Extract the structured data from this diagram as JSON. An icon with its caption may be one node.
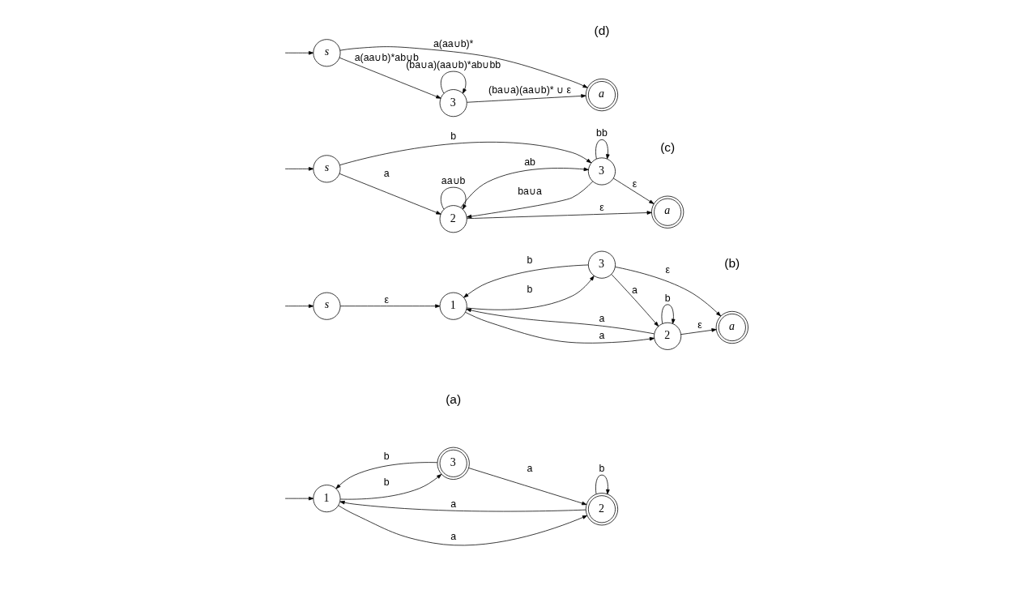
{
  "diagram": {
    "nodes": [
      {
        "text": [
          "1"
        ]
      },
      {
        "text": [
          "2"
        ]
      },
      {
        "text": [
          "3"
        ]
      },
      {
        "text": [
          "s"
        ]
      },
      {
        "text": [
          "1"
        ]
      },
      {
        "text": [
          "2"
        ]
      },
      {
        "text": [
          "3"
        ]
      },
      {
        "text": [
          "a"
        ]
      },
      {
        "text": [
          "s"
        ]
      },
      {
        "text": [
          "2"
        ]
      },
      {
        "text": [
          "3"
        ]
      },
      {
        "text": [
          "a"
        ]
      },
      {
        "text": [
          "s"
        ]
      },
      {
        "text": [
          "3"
        ]
      },
      {
        "text": [
          "a"
        ]
      }
    ],
    "edges": [
      {
        "from": null,
        "to": 0,
        "arrow": "to"
      },
      {
        "from": 0,
        "to": 1,
        "arrow": "to",
        "label": "a"
      },
      {
        "from": 1,
        "to": 0,
        "arrow": "to",
        "label": "a"
      },
      {
        "from": 1,
        "to": 1,
        "arrow": "to",
        "label": "b"
      },
      {
        "from": 0,
        "to": 2,
        "arrow": "to",
        "label": "b"
      },
      {
        "from": 2,
        "to": 0,
        "arrow": "to",
        "label": "b"
      },
      {
        "from": 2,
        "to": 1,
        "arrow": "to",
        "label": "a"
      },
      {
        "from": null,
        "to": 3,
        "arrow": "to"
      },
      {
        "from": 3,
        "to": 4,
        "arrow": "to",
        "label": "ε"
      },
      {
        "from": 4,
        "to": 5,
        "arrow": "to",
        "label": "a"
      },
      {
        "from": 5,
        "to": 4,
        "arrow": "to",
        "label": "a"
      },
      {
        "from": 5,
        "to": 5,
        "arrow": "to",
        "label": "b"
      },
      {
        "from": 4,
        "to": 6,
        "arrow": "to",
        "label": "b"
      },
      {
        "from": 6,
        "to": 4,
        "arrow": "to",
        "label": "b"
      },
      {
        "from": 6,
        "to": 5,
        "arrow": "to",
        "label": "a"
      },
      {
        "from": 5,
        "to": 7,
        "arrow": "to",
        "label": "ε"
      },
      {
        "from": 6,
        "to": 7,
        "arrow": "to",
        "label": "ε"
      },
      {
        "from": null,
        "to": 8,
        "arrow": "to"
      },
      {
        "from": 9,
        "to": 9,
        "arrow": "to",
        "label": "aa∪b"
      },
      {
        "from": 8,
        "to": 9,
        "arrow": "to",
        "label": "a"
      },
      {
        "from": 8,
        "to": 10,
        "arrow": "to",
        "label": "b"
      },
      {
        "from": 9,
        "to": 10,
        "arrow": "to",
        "label": "ab"
      },
      {
        "from": 10,
        "to": 9,
        "arrow": "to",
        "label": "ba∪a"
      },
      {
        "from": 9,
        "to": 11,
        "arrow": "to",
        "label": "ε"
      },
      {
        "from": 10,
        "to": 11,
        "arrow": "to",
        "label": "ε"
      },
      {
        "from": 10,
        "to": 10,
        "arrow": "to",
        "label": "bb"
      },
      {
        "from": null,
        "to": 12,
        "arrow": "to"
      },
      {
        "from": 12,
        "to": 14,
        "arrow": "to",
        "label": "a(aa∪b)*"
      },
      {
        "from": 12,
        "to": 13,
        "arrow": "to",
        "label": "a(aa∪b)*ab∪b"
      },
      {
        "from": 13,
        "to": 14,
        "arrow": "to",
        "label": "(ba∪a)(aa∪b)* ∪ ε"
      },
      {
        "from": 13,
        "to": 13,
        "arrow": "to",
        "label": "(ba∪a)(aa∪b)*ab∪bb"
      }
    ],
    "labels": [
      "(a)",
      "(b)",
      "(c)",
      "(d)"
    ]
  }
}
